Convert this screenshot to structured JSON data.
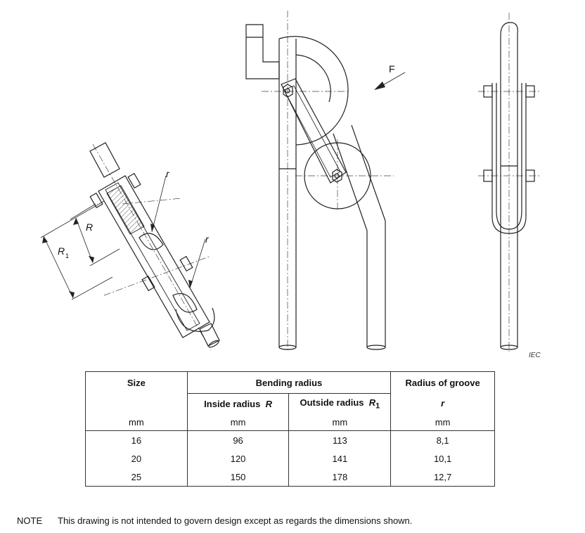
{
  "figure": {
    "labels": {
      "r_left": "r",
      "r_right": "r",
      "R": "R",
      "R1": "R",
      "R1_sub": "1",
      "F": "F"
    },
    "iec_mark": "IEC"
  },
  "table": {
    "col_size": "Size",
    "col_bending": "Bending radius",
    "col_groove": "Radius of groove",
    "inside_label": "Inside radius",
    "inside_symbol": "R",
    "outside_label": "Outside radius",
    "outside_symbol": "R",
    "outside_sub": "1",
    "groove_symbol": "r",
    "units": [
      "mm",
      "mm",
      "mm",
      "mm"
    ],
    "rows": [
      [
        "16",
        "96",
        "113",
        "8,1"
      ],
      [
        "20",
        "120",
        "141",
        "10,1"
      ],
      [
        "25",
        "150",
        "178",
        "12,7"
      ]
    ]
  },
  "note": {
    "label": "NOTE",
    "text": "This drawing is not intended to govern design except as regards the dimensions shown."
  }
}
